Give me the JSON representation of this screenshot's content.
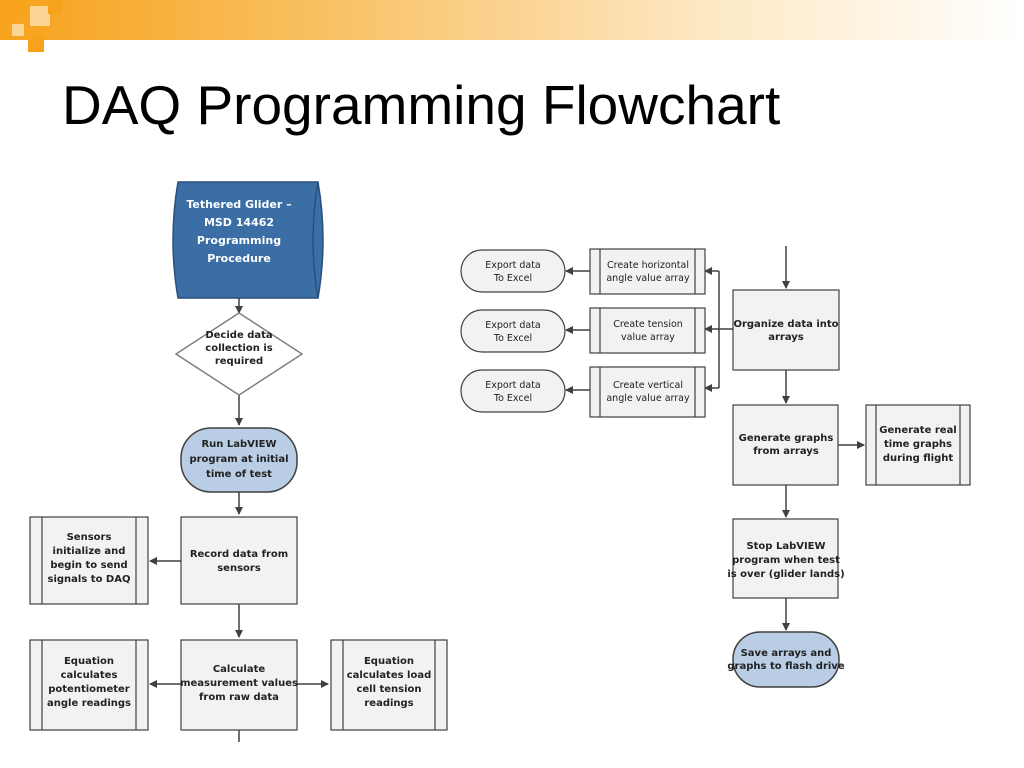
{
  "slide": {
    "title": "DAQ Programming Flowchart"
  },
  "colors": {
    "accent_orange": "#f7a21b",
    "accent_orange_light": "#fcd493",
    "start_fill": "#3a6ea5",
    "terminal_fill": "#b9cde5",
    "box_fill": "#f2f2f2",
    "line": "#404040"
  },
  "diagram": {
    "start": [
      "Tethered Glider –",
      "MSD 14462",
      "",
      "Programming",
      "Procedure"
    ],
    "decision": [
      "Decide data",
      "collection is",
      "required"
    ],
    "run_labview": [
      "Run LabVIEW",
      "program at initial",
      "time of test"
    ],
    "record_data": [
      "Record data from",
      "sensors"
    ],
    "sensors_init": [
      "Sensors",
      "initialize and",
      "begin to send",
      "signals to DAQ"
    ],
    "calculate": [
      "Calculate",
      "measurement values",
      "from raw data"
    ],
    "eq_angle": [
      "Equation",
      "calculates",
      "potentiometer",
      "angle readings"
    ],
    "eq_tension": [
      "Equation",
      "calculates load",
      "cell tension",
      "readings"
    ],
    "organize": [
      "Organize data into",
      "arrays"
    ],
    "horiz_array": [
      "Create horizontal",
      "angle value array"
    ],
    "tension_array": [
      "Create tension",
      "value array"
    ],
    "vert_array": [
      "Create vertical",
      "angle value array"
    ],
    "export_1": [
      "Export data",
      "To Excel"
    ],
    "export_2": [
      "Export data",
      "To Excel"
    ],
    "export_3": [
      "Export data",
      "To Excel"
    ],
    "generate_graphs": [
      "Generate graphs",
      "from arrays"
    ],
    "realtime_graphs": [
      "Generate real",
      "time graphs",
      "during flight"
    ],
    "stop_labview": [
      "Stop LabVIEW",
      "program when test",
      "is over (glider lands)"
    ],
    "save_arrays": [
      "Save arrays and",
      "graphs to flash drive"
    ]
  }
}
